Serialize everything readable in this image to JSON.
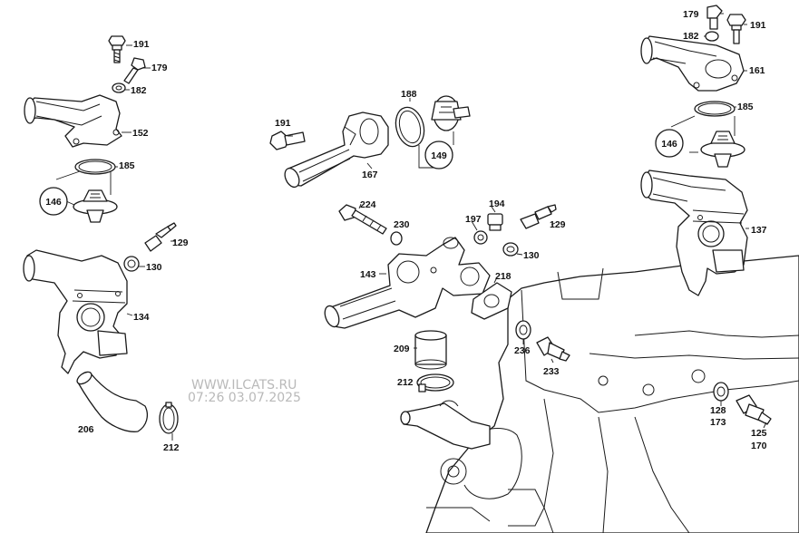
{
  "watermark": {
    "line1": "WWW.ILCATS.RU",
    "line2": "07:26 03.07.2025"
  },
  "labels": {
    "l191a": "191",
    "l179a": "179",
    "l182a": "182",
    "l152": "152",
    "l185a": "185",
    "l129a": "129",
    "l130a": "130",
    "l134": "134",
    "l206": "206",
    "l212a": "212",
    "l191b": "191",
    "l167": "167",
    "l188": "188",
    "l224": "224",
    "l230": "230",
    "l194": "194",
    "l197": "197",
    "l129b": "129",
    "l130b": "130",
    "l143": "143",
    "l218": "218",
    "l209": "209",
    "l212b": "212",
    "l236": "236",
    "l233": "233",
    "l179b": "179",
    "l191c": "191",
    "l182b": "182",
    "l161": "161",
    "l185b": "185",
    "l137": "137",
    "l128": "128",
    "l173": "173",
    "l125": "125",
    "l170": "170"
  },
  "circled_refs": {
    "c146a": "146",
    "c149": "149",
    "c146b": "146"
  }
}
